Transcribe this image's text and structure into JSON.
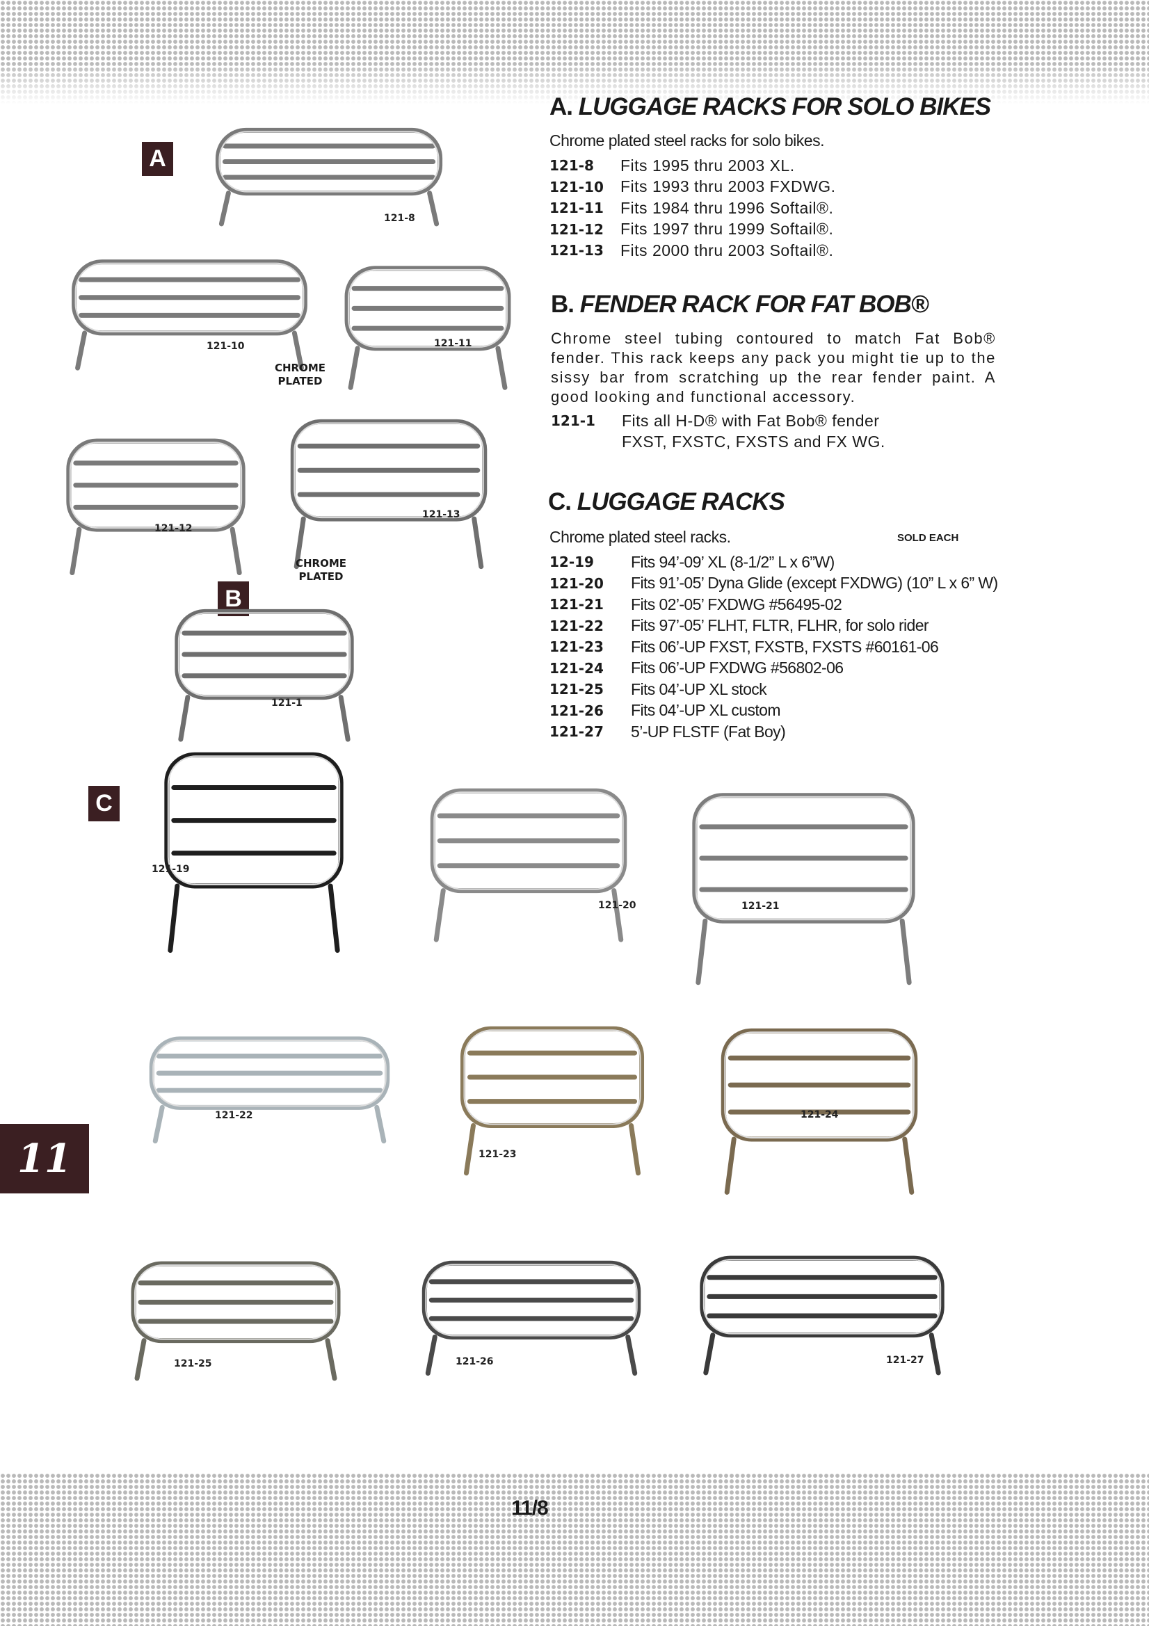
{
  "section_tab": "11",
  "page_number": "11/8",
  "badges": {
    "a": "A",
    "b": "B",
    "c": "C"
  },
  "section_a": {
    "letter": "A.",
    "title": "LUGGAGE RACKS FOR SOLO BIKES",
    "intro": "Chrome plated steel racks for solo bikes.",
    "items": [
      {
        "part": "121-8",
        "desc": "Fits 1995 thru 2003 XL."
      },
      {
        "part": "121-10",
        "desc": "Fits 1993 thru 2003 FXDWG."
      },
      {
        "part": "121-11",
        "desc": "Fits 1984 thru 1996 Softail®."
      },
      {
        "part": "121-12",
        "desc": "Fits 1997 thru 1999 Softail®."
      },
      {
        "part": "121-13",
        "desc": "Fits 2000 thru 2003 Softail®."
      }
    ]
  },
  "section_b": {
    "letter": "B.",
    "title": "FENDER RACK FOR FAT BOB®",
    "description": "Chrome steel tubing contoured to match Fat Bob® fender. This rack keeps any pack you might tie up to the sissy bar from scratching up the rear fender paint. A good looking and functional accessory.",
    "items": [
      {
        "part": "121-1",
        "desc": "Fits all H-D® with Fat Bob® fender",
        "desc2": "FXST, FXSTC, FXSTS and FX WG."
      }
    ]
  },
  "section_c": {
    "letter": "C.",
    "title": "LUGGAGE RACKS",
    "intro": "Chrome plated steel racks.",
    "sold_each": "SOLD EACH",
    "items": [
      {
        "part": "12-19",
        "desc": "Fits 94’-09’ XL (8-1/2” L x 6”W)"
      },
      {
        "part": "121-20",
        "desc": "Fits 91’-05’ Dyna Glide (except FXDWG) (10” L x 6” W)"
      },
      {
        "part": "121-21",
        "desc": "Fits 02’-05’ FXDWG #56495-02"
      },
      {
        "part": "121-22",
        "desc": "Fits 97’-05’ FLHT, FLTR, FLHR, for solo rider"
      },
      {
        "part": "121-23",
        "desc": "Fits 06’-UP FXST, FXSTB, FXSTS #60161-06"
      },
      {
        "part": "121-24",
        "desc": "Fits 06’-UP FXDWG #56802-06"
      },
      {
        "part": "121-25",
        "desc": "Fits 04’-UP XL stock"
      },
      {
        "part": "121-26",
        "desc": "Fits 04’-UP XL custom"
      },
      {
        "part": "121-27",
        "desc": "5’-UP FLSTF (Fat Boy)"
      }
    ]
  },
  "chrome_plated": [
    "CHROME",
    "PLATED"
  ],
  "photo_labels": [
    "121-8",
    "121-10",
    "121-11",
    "121-12",
    "121-13",
    "121-1",
    "121-19",
    "121-20",
    "121-21",
    "121-22",
    "121-23",
    "121-24",
    "121-25",
    "121-26",
    "121-27"
  ]
}
